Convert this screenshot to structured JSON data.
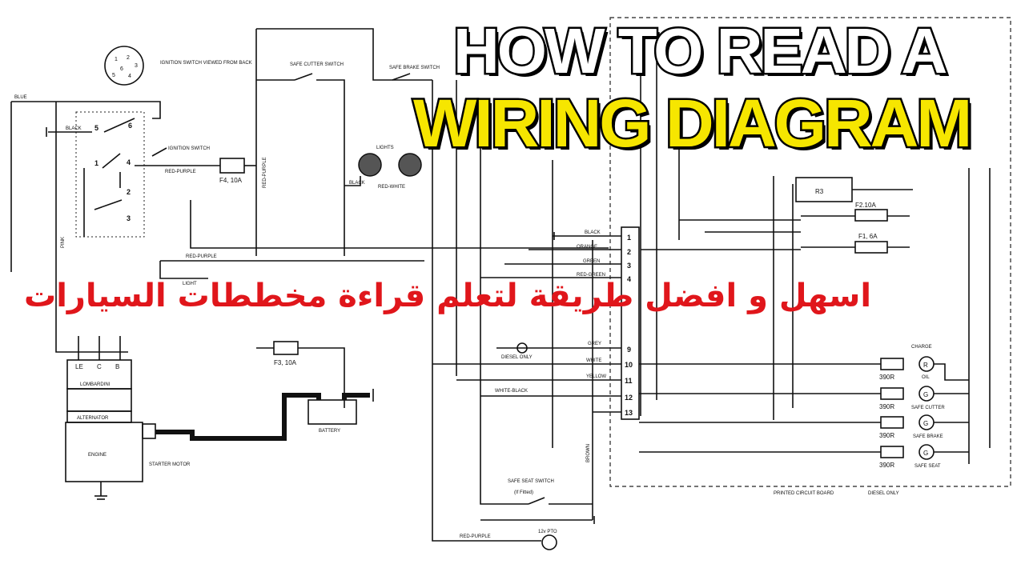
{
  "title": {
    "line1": "HOW TO READ A",
    "line2": "WIRING DIAGRAM"
  },
  "subtitle_ar": "اسهل و افضل طريقة لتعلم قراءة مخططات السيارات",
  "colors": {
    "title_line1": "#ffffff",
    "title_line2": "#f6e600",
    "subtitle": "#e0161b",
    "ink": "#111111"
  },
  "diagram": {
    "ignition_switch_note": "IGNITION SWITCH VIEWED FROM BACK",
    "ignition_switch_pins": [
      "1",
      "2",
      "3",
      "4",
      "5",
      "6"
    ],
    "ignition_switch": "IGNITION SWITCH",
    "safe_cutter_switch": "SAFE CUTTER SWITCH",
    "safe_brake_switch": "SAFE BRAKE SWITCH",
    "lights": "LIGHTS",
    "blue": "BLUE",
    "pink": "PINK",
    "black": "BLACK",
    "red_purple": "RED-PURPLE",
    "red_white": "RED-WHITE",
    "light": "LIGHT",
    "fuses": {
      "f4": "F4, 10A",
      "f3": "F3, 10A",
      "f2": "F2.10A",
      "f1": "F1, 6A"
    },
    "r3": "R3",
    "switch_nums": [
      "5",
      "6",
      "1",
      "4",
      "2",
      "3"
    ],
    "terminals": [
      "1",
      "2",
      "3",
      "4",
      "9",
      "10",
      "11",
      "12",
      "13"
    ],
    "terminal_wires": [
      "BLACK",
      "ORANGE",
      "GREEN",
      "RED-GREEN",
      "GREY",
      "WHITE",
      "YELLOW"
    ],
    "diesel_only": "DIESEL ONLY",
    "white_black": "WHITE-BLACK",
    "brown": "BROWN",
    "lombardini": "LOMBARDINI",
    "le_c_b": [
      "LE",
      "C",
      "B"
    ],
    "alternator": "ALTERNATOR",
    "engine": "ENGINE",
    "starter_motor": "STARTER MOTOR",
    "battery": "BATTERY",
    "safe_seat_switch": "SAFE SEAT SWITCH",
    "if_fitted": "(If Fitted)",
    "pto": "12v PTO",
    "resistors": [
      "390R",
      "390R",
      "390R",
      "390R"
    ],
    "charge": "CHARGE",
    "gauges": [
      {
        "sym": "R",
        "label": "OIL"
      },
      {
        "sym": "G",
        "label": "SAFE CUTTER"
      },
      {
        "sym": "G",
        "label": "SAFE BRAKE"
      },
      {
        "sym": "G",
        "label": "SAFE SEAT"
      }
    ],
    "printed_circuit_board": "PRINTED CIRCUIT BOARD",
    "pcb_diesel_only": "DIESEL ONLY"
  }
}
